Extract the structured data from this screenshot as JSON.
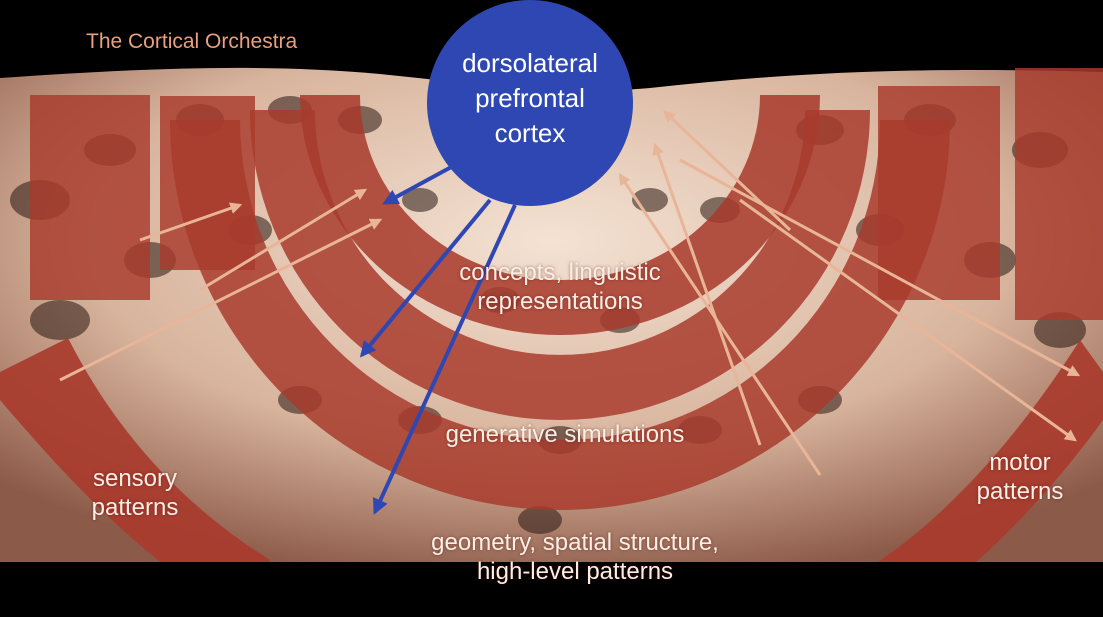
{
  "title": "The Cortical Orchestra",
  "hub": {
    "lines": [
      "dorsolateral",
      "prefrontal",
      "cortex"
    ],
    "color": "#2e47b3"
  },
  "rings": [
    {
      "lines": [
        "concepts, linguistic",
        "representations"
      ]
    },
    {
      "lines": [
        "generative simulations"
      ]
    },
    {
      "lines": [
        "geometry, spatial structure,",
        "high-level patterns"
      ]
    }
  ],
  "side_bands": {
    "left": {
      "lines": [
        "sensory",
        "patterns"
      ]
    },
    "right": {
      "lines": [
        "motor",
        "patterns"
      ]
    }
  },
  "colors": {
    "band": "#a83a2c",
    "band_dark": "#8f2a1f",
    "arrow_feedback": "#2e47b3",
    "arrow_feedforward": "#e9b598",
    "background": "#000000",
    "floor": "#e7cbb6"
  }
}
